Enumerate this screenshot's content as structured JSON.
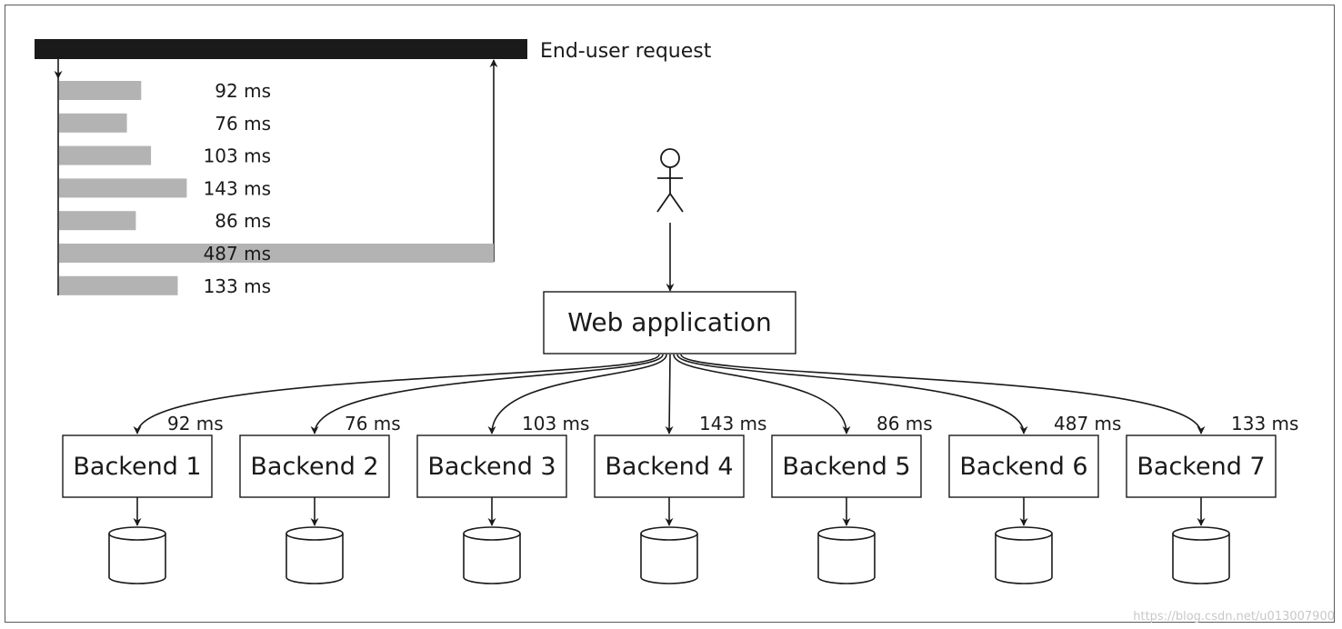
{
  "request_bar_label": "End-user request",
  "web_app_label": "Web application",
  "backends": [
    {
      "name": "Backend 1",
      "latency_ms": 92,
      "latency_label": "92 ms"
    },
    {
      "name": "Backend 2",
      "latency_ms": 76,
      "latency_label": "76 ms"
    },
    {
      "name": "Backend 3",
      "latency_ms": 103,
      "latency_label": "103 ms"
    },
    {
      "name": "Backend 4",
      "latency_ms": 143,
      "latency_label": "143 ms"
    },
    {
      "name": "Backend 5",
      "latency_ms": 86,
      "latency_label": "86 ms"
    },
    {
      "name": "Backend 6",
      "latency_ms": 487,
      "latency_label": "487 ms"
    },
    {
      "name": "Backend 7",
      "latency_ms": 133,
      "latency_label": "133 ms"
    }
  ],
  "icons": {
    "user": "stick-figure-user-icon",
    "database": "database-cylinder-icon"
  },
  "colors": {
    "request_bar": "#1a1a1a",
    "latency_bar": "#b3b3b3",
    "stroke": "#1a1a1a"
  },
  "watermark": "https://blog.csdn.net/u013007900"
}
